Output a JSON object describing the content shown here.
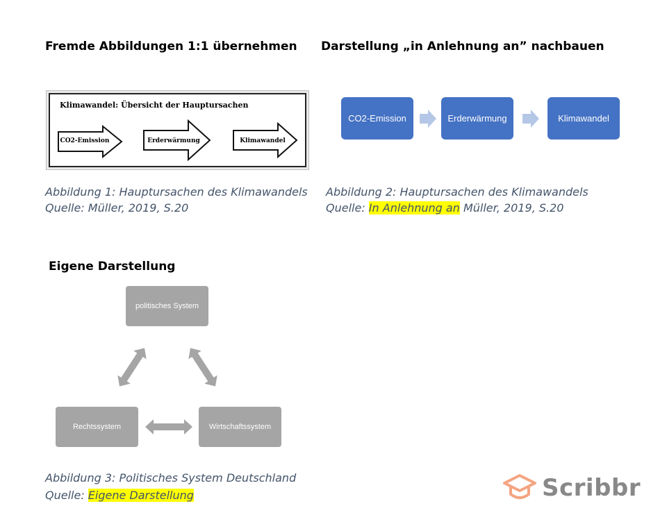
{
  "sections": {
    "copy_heading": "Fremde Abbildungen 1:1 übernehmen",
    "adapt_heading": "Darstellung „in Anlehnung an” nachbauen",
    "own_heading": "Eigene Darstellung"
  },
  "figure1": {
    "scan_title": "Klimawandel: Übersicht der Hauptursachen",
    "arrows": [
      "CO2-Emission",
      "Erderwärmung",
      "Klimawandel"
    ],
    "caption_line1": "Abbildung 1: Hauptursachen des Klimawandels",
    "caption_line2": "Quelle: Müller, 2019, S.20"
  },
  "figure2": {
    "boxes": [
      "CO2-Emission",
      "Erderwärmung",
      "Klimawandel"
    ],
    "box_color": "#4472c4",
    "arrow_color": "#b4c7e7",
    "caption_line1": "Abbildung 2: Hauptursachen des Klimawandels",
    "caption_line2_prefix": "Quelle: ",
    "caption_line2_highlight": "In Anlehnung an",
    "caption_line2_suffix": " Müller, 2019, S.20"
  },
  "figure3": {
    "top_box": "politisches System",
    "left_box": "Rechtssystem",
    "right_box": "Wirtschaftssystem",
    "box_color": "#a5a5a5",
    "caption_line1": "Abbildung 3: Politisches System Deutschland",
    "caption_line2_prefix": "Quelle: ",
    "caption_line2_highlight": "Eigene Darstellung"
  },
  "colors": {
    "caption": "#44546a",
    "highlight": "#ffff00",
    "logo_orange": "#f4a582"
  },
  "logo": {
    "text": "Scribbr"
  }
}
